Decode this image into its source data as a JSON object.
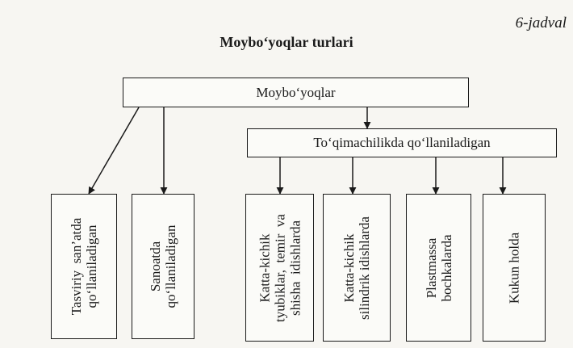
{
  "table_number": "6-jadval",
  "title": "Moybo‘yoqlar turlari",
  "root": {
    "label": "Moybo‘yoqlar"
  },
  "textile_group": {
    "label": "To‘qimachilikda  qo‘llaniladigan"
  },
  "leaves": [
    {
      "label": "Tasviriy  san’atda\nqo‘llaniladigan"
    },
    {
      "label": "Sanoatda\nqo‘llaniladigan"
    },
    {
      "label": "Katta-kichik\ntyubiklar,  temir  va\nshisha  idishlarda"
    },
    {
      "label": "Katta-kichik\nsilindrik idishlarda"
    },
    {
      "label": "Plastmassa\nbochkalarda"
    },
    {
      "label": "Kukun holda"
    }
  ]
}
